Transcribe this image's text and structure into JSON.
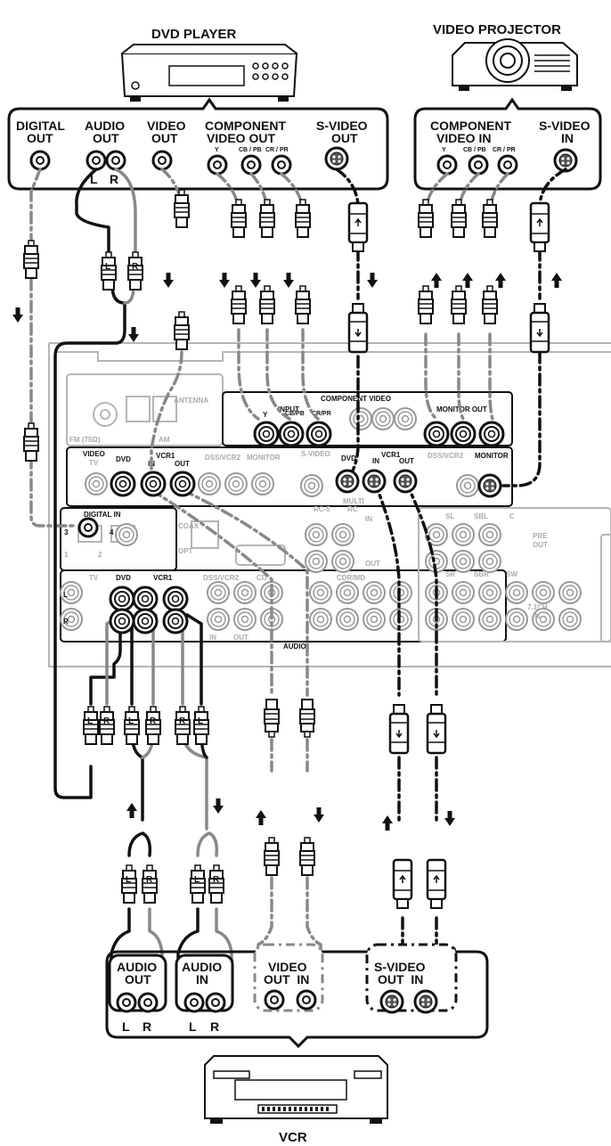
{
  "devices": {
    "dvd_title": "DVD PLAYER",
    "projector_title": "VIDEO PROJECTOR",
    "vcr_title": "VCR"
  },
  "dvd_panel": {
    "digital_out": [
      "DIGITAL",
      "OUT"
    ],
    "audio_out": [
      "AUDIO",
      "OUT"
    ],
    "audio_l": "L",
    "audio_r": "R",
    "video_out": [
      "VIDEO",
      "OUT"
    ],
    "component_out": [
      "COMPONENT",
      "VIDEO OUT"
    ],
    "component_sub": [
      "Y",
      "CB / PB",
      "CR / PR"
    ],
    "svideo_out": [
      "S-VIDEO",
      "OUT"
    ]
  },
  "projector_panel": {
    "component_in": [
      "COMPONENT",
      "VIDEO IN"
    ],
    "component_sub": [
      "Y",
      "CB / PB",
      "CR / PR"
    ],
    "svideo_in": [
      "S-VIDEO",
      "IN"
    ]
  },
  "receiver": {
    "antenna": "ANTENNA",
    "fm": "FM (75Ω)",
    "am": "AM",
    "component_video": "COMPONENT VIDEO",
    "input": "INPUT",
    "monitor_out": "MONITOR OUT",
    "comp_sub": [
      "Y",
      "CB/PB",
      "CR/PR"
    ],
    "video": "VIDEO",
    "tv": "TV",
    "dvd": "DVD",
    "vcr1": "VCR1",
    "in": "IN",
    "out": "OUT",
    "dss_vcr2": "DSS/VCR2",
    "monitor": "MONITOR",
    "s_video": "S-VIDEO",
    "digital_in": "DIGITAL IN",
    "coax": "COAX",
    "opt": "OPT",
    "rc5": "RC-5",
    "multi_rc": [
      "MULTI",
      "RC"
    ],
    "cd": "CD",
    "cdr_md": "CDR/MD",
    "audio": "AUDIO",
    "sl": "SL",
    "sbl": "SBL",
    "c": "C",
    "sr": "SR",
    "sbr": "SBR",
    "sw": "SW",
    "pre_out": [
      "PRE",
      "OUT"
    ],
    "in_7ch": [
      "7.1CH",
      "IN"
    ],
    "digital_nums": [
      "3",
      "4",
      "1",
      "2"
    ],
    "l": "L",
    "r": "R"
  },
  "vcr_panel": {
    "audio_out": [
      "AUDIO",
      "OUT"
    ],
    "audio_in": [
      "AUDIO",
      "IN"
    ],
    "video_out_in": [
      "VIDEO",
      "OUT  IN"
    ],
    "svideo_out_in": [
      "S-VIDEO",
      "OUT  IN"
    ],
    "l": "L",
    "r": "R"
  },
  "plug_marks": {
    "left": "L",
    "right": "R"
  },
  "colors": {
    "ink": "#111111",
    "gray": "#888888",
    "faint": "#b5b5b5"
  }
}
